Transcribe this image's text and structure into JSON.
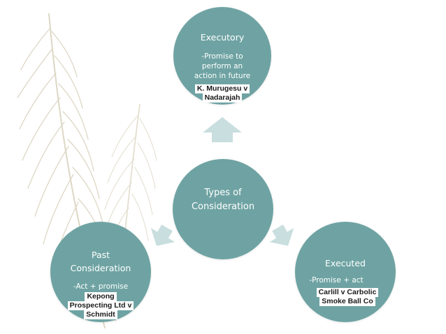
{
  "colors": {
    "circle": "#6fa3a3",
    "arrow": "#c9dede",
    "feather": "#ddd7c5",
    "text_light": "#ffffff",
    "case_text": "#1a1a1a"
  },
  "center": {
    "title_line1": "Types of",
    "title_line2": "Consideration"
  },
  "executory": {
    "title": "Executory",
    "desc_line1": "-Promise to",
    "desc_line2": "perform an",
    "desc_line3": "action in future",
    "case_line1": "K. Murugesu v",
    "case_line2": "Nadarajah"
  },
  "past": {
    "title_line1": "Past",
    "title_line2": "Consideration",
    "desc": "-Act + promise",
    "case_line1": "Kepong",
    "case_line2": "Prospecting Ltd v",
    "case_line3": "Schmidt"
  },
  "executed": {
    "title": "Executed",
    "desc": "-Promise + act",
    "case_line1": "Carlill v Carbolic",
    "case_line2": "Smoke Ball Co"
  },
  "icons": {
    "decoration": "feather-icon",
    "arrow_up": "arrow-up-icon",
    "arrow_left": "arrow-down-left-icon",
    "arrow_right": "arrow-down-right-icon"
  }
}
